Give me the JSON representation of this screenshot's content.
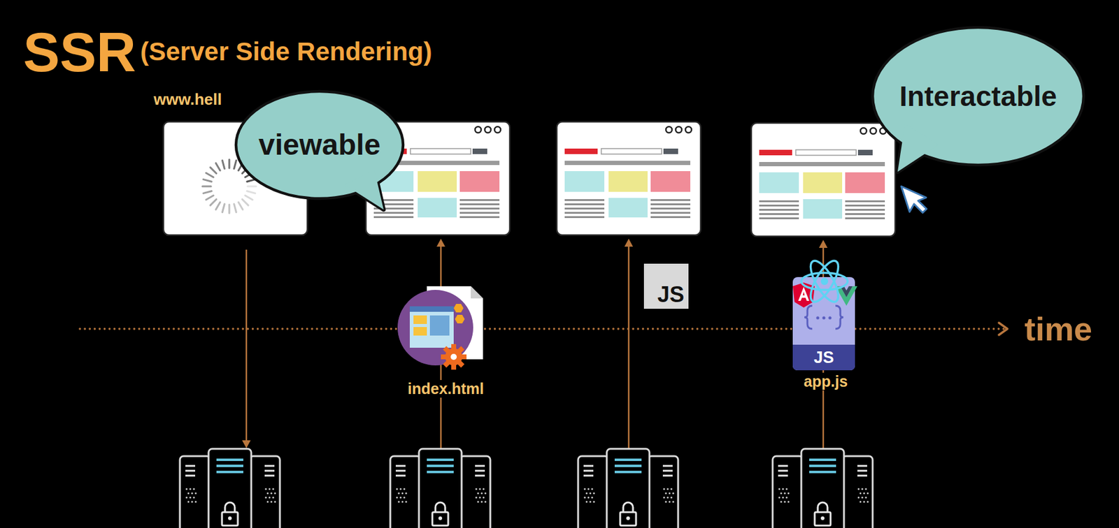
{
  "diagram": {
    "title": "SSR",
    "nodes": [
      {
        "text": [
          "viewable"
        ]
      },
      {
        "text": [
          "Interactable"
        ]
      }
    ],
    "labels": [
      "(Server Side Rendering)",
      "www.hell",
      "JS",
      "index.html",
      "JS",
      "app.js",
      "time"
    ]
  }
}
